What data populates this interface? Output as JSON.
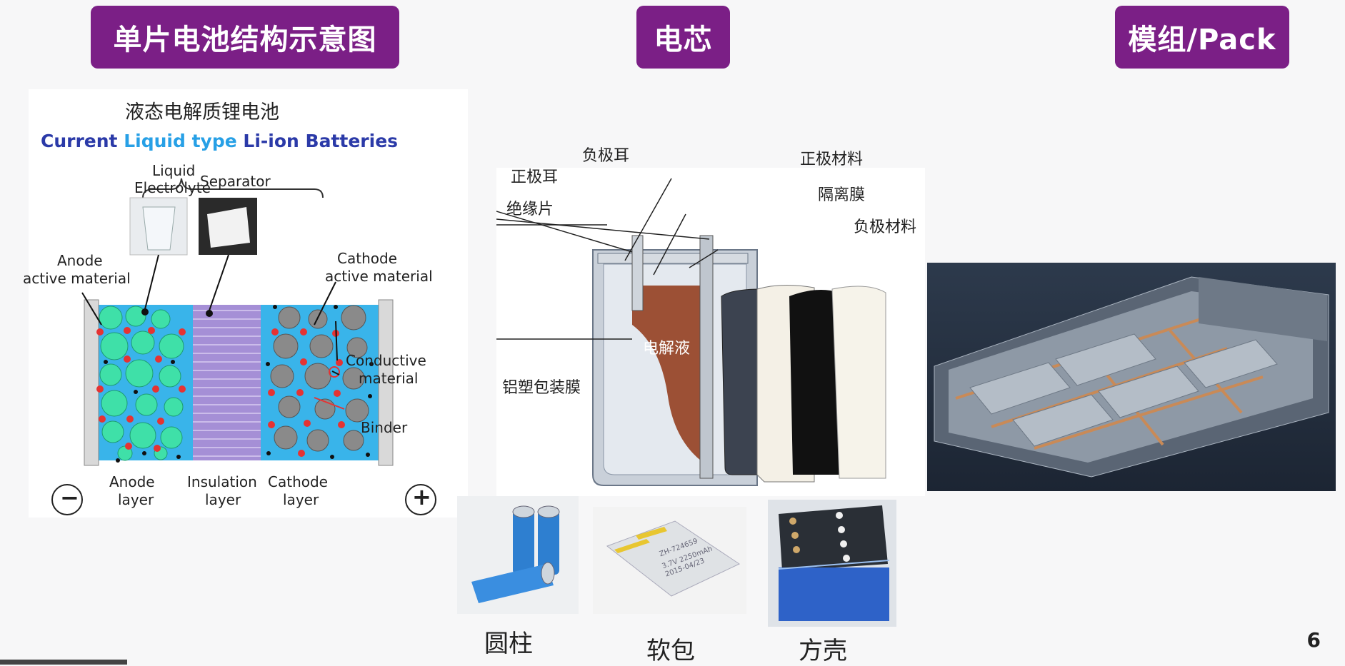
{
  "headers": {
    "left": "单片电池结构示意图",
    "center": "电芯",
    "right": "模组/Pack"
  },
  "left_diagram": {
    "title_cn": "液态电解质锂电池",
    "title_en_parts": [
      "Current ",
      "Liquid type ",
      "Li-ion ",
      "Batteries"
    ],
    "labels": {
      "liquid": "Liquid",
      "electrolyte": "Electrolyte",
      "separator": "Separator",
      "anode_1": "Anode",
      "anode_2": "active material",
      "cathode_1": "Cathode",
      "cathode_2": "active material",
      "conductive_1": "Conductive",
      "conductive_2": "material",
      "binder": "Binder",
      "anode_layer_1": "Anode",
      "anode_layer_2": "layer",
      "insulation_1": "Insulation",
      "insulation_2": "layer",
      "cathode_layer_1": "Cathode",
      "cathode_layer_2": "layer",
      "minus": "−",
      "plus": "+"
    }
  },
  "cell_diagram": {
    "labels": {
      "neg_tab": "负极耳",
      "pos_tab": "正极耳",
      "insulator": "绝缘片",
      "pos_material": "正极材料",
      "separator": "隔离膜",
      "neg_material": "负极材料",
      "electrolyte": "电解液",
      "pouch_film": "铝塑包装膜"
    }
  },
  "cell_types": {
    "cylinder": "圆柱",
    "pouch": "软包",
    "prismatic": "方壳",
    "pouch_print": [
      "ZH-724659",
      "3.7V 2250mAh",
      "2015-04/23"
    ]
  },
  "page_number": "6",
  "colors": {
    "header_bg": "#7b1f86",
    "electrolyte_blue": "#39b4ea",
    "anode_green": "#3fe0a8",
    "separator_purple": "#a58fd6",
    "cathode_gray": "#8a8a8a",
    "particle_red": "#e53333",
    "title_blue": "#2b3aa8"
  }
}
